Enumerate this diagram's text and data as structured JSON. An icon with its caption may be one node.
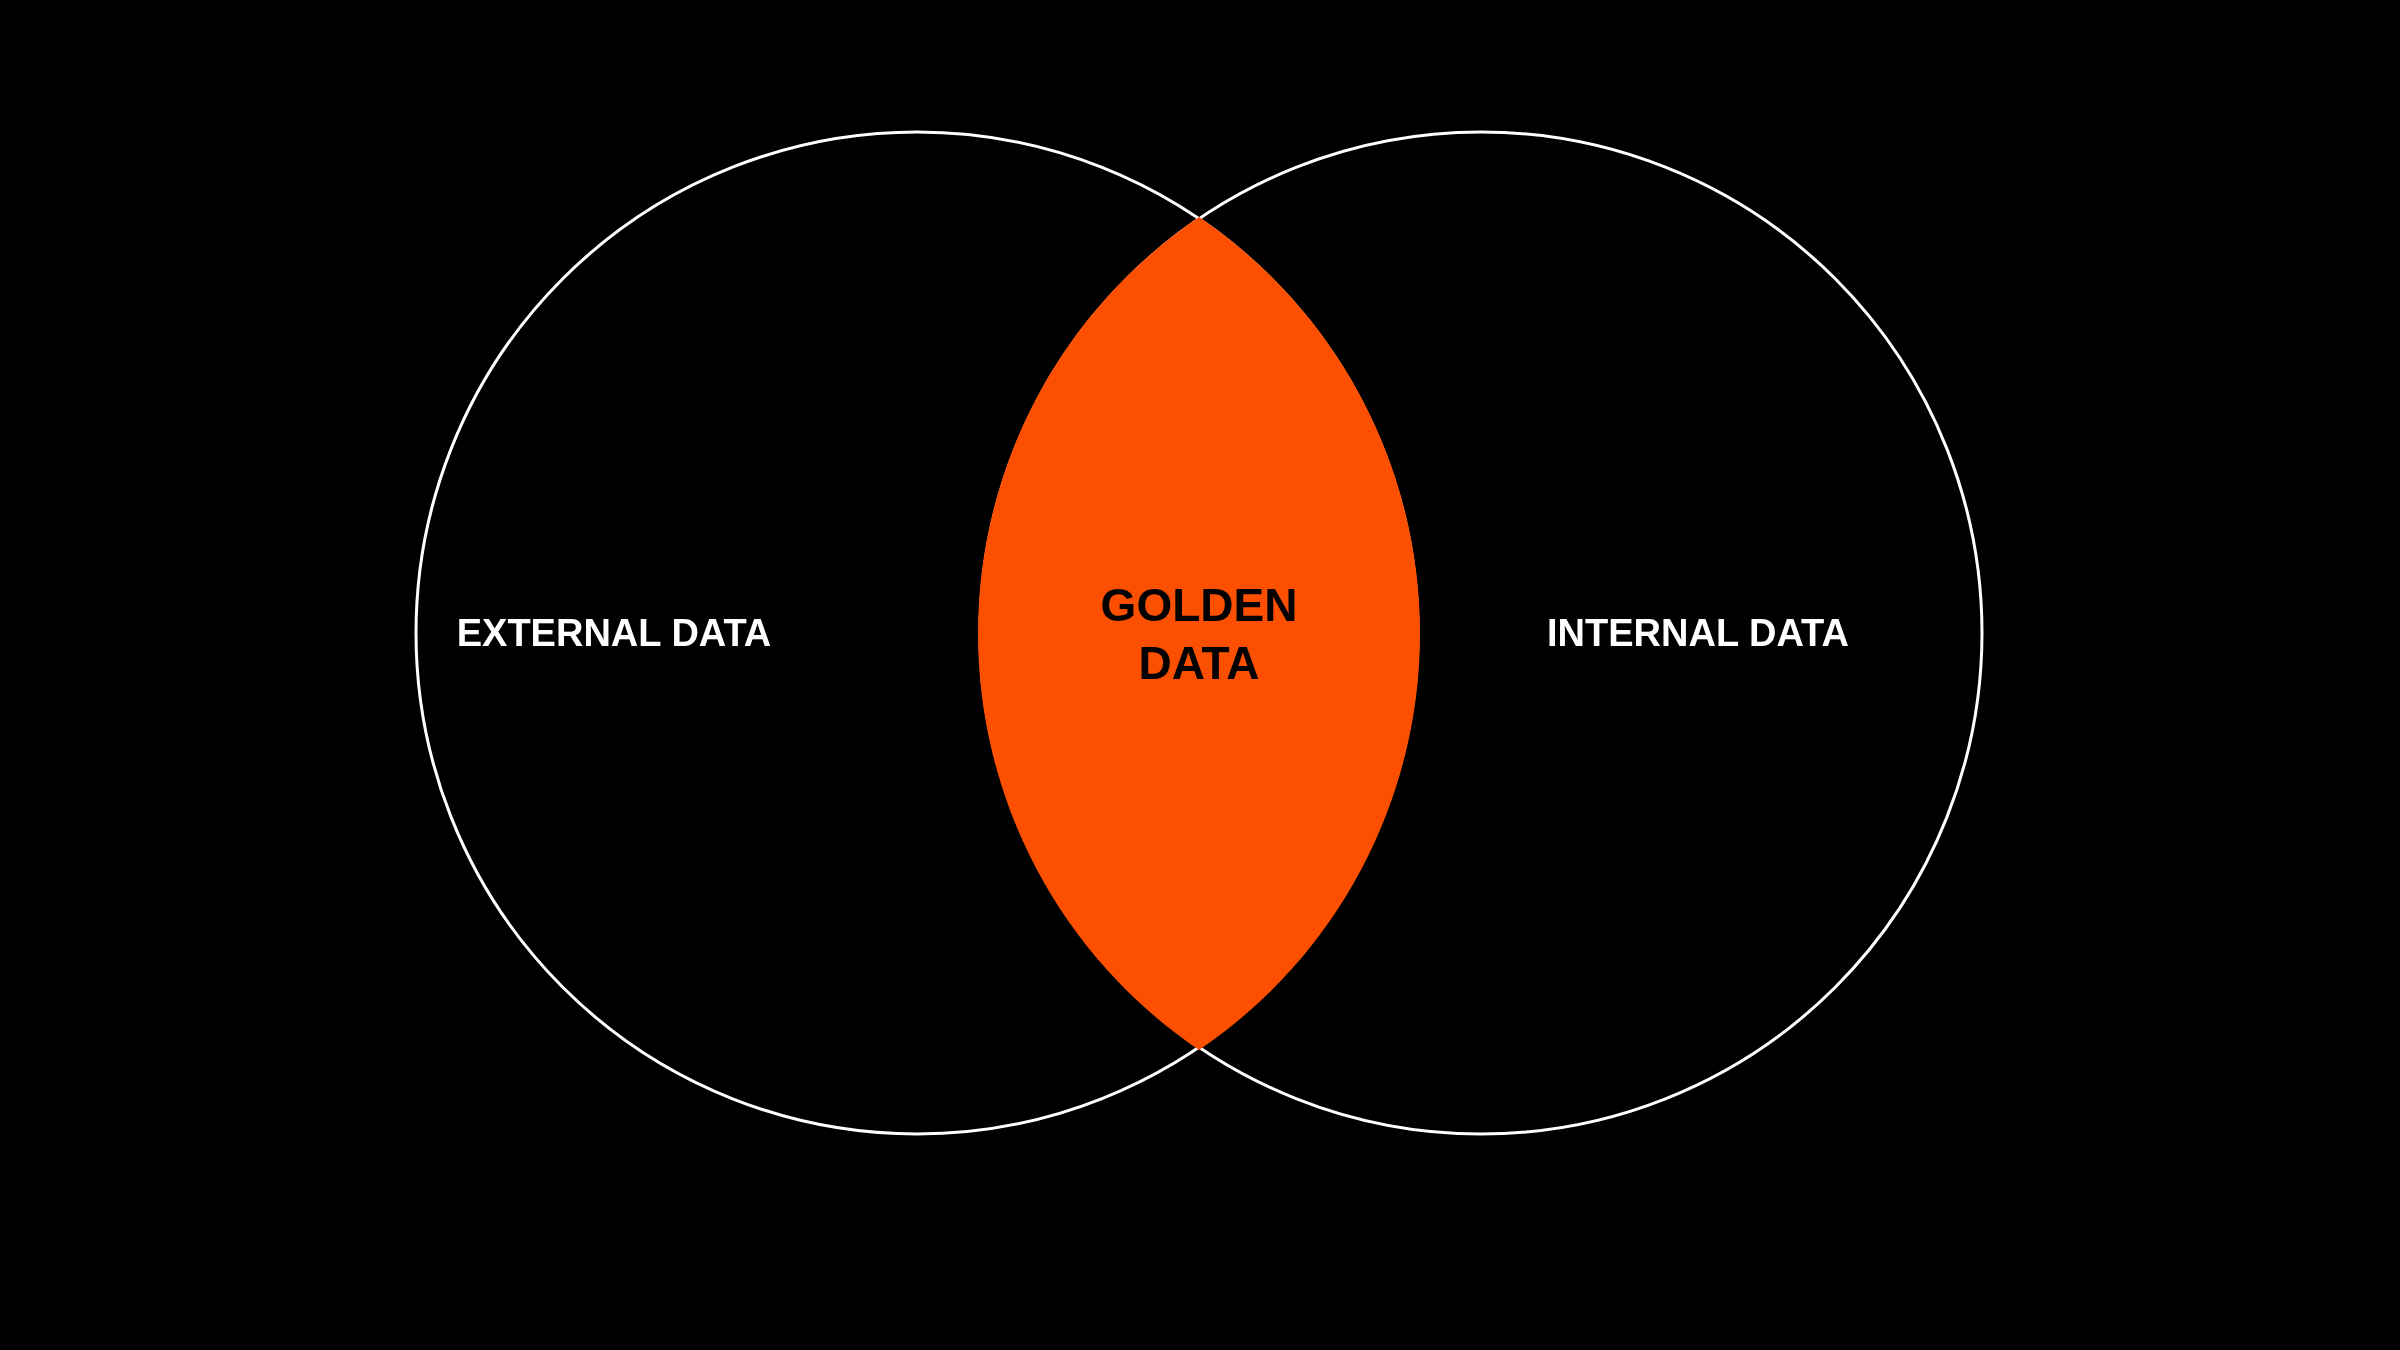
{
  "diagram": {
    "nodes": [
      {
        "text": [
          "EXTERNAL DATA"
        ]
      },
      {
        "text": [
          "GOLDEN DATA"
        ]
      },
      {
        "text": [
          "INTERNAL DATA"
        ]
      }
    ],
    "edges": []
  }
}
